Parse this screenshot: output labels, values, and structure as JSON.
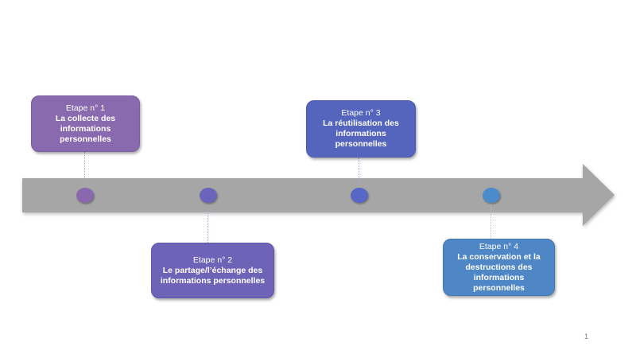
{
  "page": {
    "number": "1",
    "background_color": "#ffffff"
  },
  "timeline": {
    "arrow_color": "#a6a6a6",
    "steps": [
      {
        "title": "Etape n° 1",
        "body": "La collecte des informations personnelles",
        "position": "above",
        "box_color": "#8a6aae",
        "border_color": "#7b5c9e",
        "dot_color": "#8a68ad",
        "connector_color": "#b3a3cf",
        "text_color": "#ffffff"
      },
      {
        "title": "Etape n° 2",
        "body": "Le partage/l’échange des informations personnelles",
        "position": "below",
        "box_color": "#6f63b8",
        "border_color": "#6156a8",
        "dot_color": "#6a64bb",
        "connector_color": "#a9a2d8",
        "text_color": "#ffffff"
      },
      {
        "title": "Etape n° 3",
        "body": "La réutilisation des informations personnelles",
        "position": "above",
        "box_color": "#5565be",
        "border_color": "#4b59ad",
        "dot_color": "#5667c5",
        "connector_color": "#9fb0e0",
        "text_color": "#ffffff"
      },
      {
        "title": "Etape n° 4",
        "body": "La conservation et la destructions des informations personnelles",
        "position": "below",
        "box_color": "#4e86c6",
        "border_color": "#4477b5",
        "dot_color": "#4b8bcc",
        "connector_color": "#9fc2e6",
        "text_color": "#ffffff"
      }
    ]
  }
}
